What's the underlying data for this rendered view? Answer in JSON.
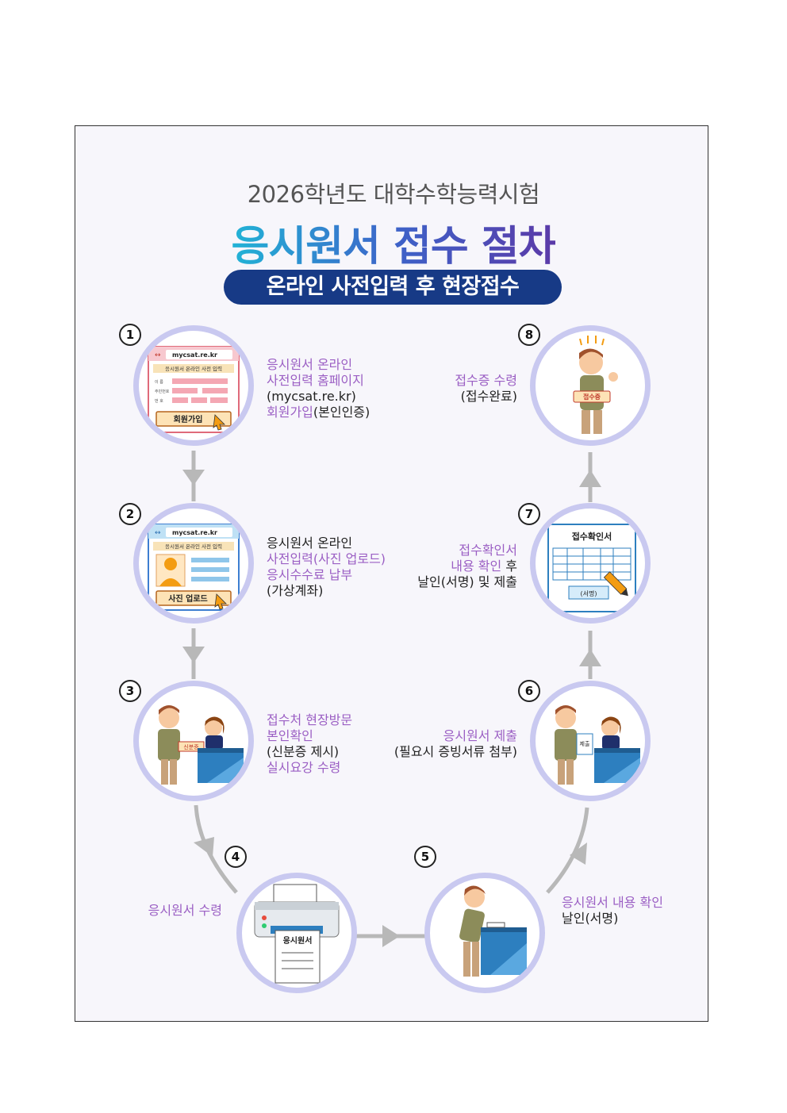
{
  "header": {
    "subtitle": "2026학년도 대학수학능력시험",
    "title": "응시원서 접수 절차",
    "pill": "온라인 사전입력 후 현장접수"
  },
  "steps": [
    {
      "num": "1",
      "lines": [
        {
          "t": "응시원서 온라인",
          "hl": true
        },
        {
          "t": "사전입력 홈페이지",
          "hl": true
        },
        {
          "t": "(mycsat.re.kr)",
          "hl": false
        }
      ],
      "line4a": "회원가입",
      "line4b": "(본인인증)"
    },
    {
      "num": "2",
      "lines": [
        {
          "t": "응시원서 온라인",
          "hl": false
        },
        {
          "t": "사전입력(사진 업로드)",
          "hl": true
        },
        {
          "t": "응시수수료 납부",
          "hl": true
        },
        {
          "t": "(가상계좌)",
          "hl": false
        }
      ]
    },
    {
      "num": "3",
      "lines": [
        {
          "t": "접수처 현장방문",
          "hl": true
        },
        {
          "t": "본인확인",
          "hl": true
        },
        {
          "t": "(신분증 제시)",
          "hl": false
        },
        {
          "t": "실시요강 수령",
          "hl": true
        }
      ]
    },
    {
      "num": "4",
      "lines": [
        {
          "t": "응시원서 수령",
          "hl": true
        }
      ]
    },
    {
      "num": "5",
      "lines": [
        {
          "t": "응시원서 내용 확인",
          "hl": true
        },
        {
          "t": "날인(서명)",
          "hl": false
        }
      ]
    },
    {
      "num": "6",
      "lines": [
        {
          "t": "응시원서 제출",
          "hl": true
        },
        {
          "t": "(필요시 증빙서류 첨부)",
          "hl": false
        }
      ]
    },
    {
      "num": "7",
      "line1": "접수확인서",
      "line2a": "내용 확인",
      "line2b": " 후",
      "line3": "날인(서명) 및 제출"
    },
    {
      "num": "8",
      "lines": [
        {
          "t": "접수증 수령",
          "hl": true
        },
        {
          "t": "(접수완료)",
          "hl": false
        }
      ]
    }
  ],
  "illus": {
    "site_url": "mycsat.re.kr",
    "form_title": "응시원서 온라인 사전 입력",
    "form_field_name": "이  름",
    "form_field_id": "주민번호",
    "form_field_num": "번  호",
    "signup_btn": "회원가입",
    "upload_btn": "사진 업로드",
    "id_card": "신분증",
    "printer_doc": "응시원서",
    "submit_doc": "제출",
    "confirm_title": "접수확인서",
    "confirm_sign": "(서명)",
    "receipt": "접수증"
  },
  "colors": {
    "accent": "#9b5fc4",
    "pill": "#173a86",
    "ring": "#c9c9f0",
    "arrow": "#b8b8b8"
  }
}
